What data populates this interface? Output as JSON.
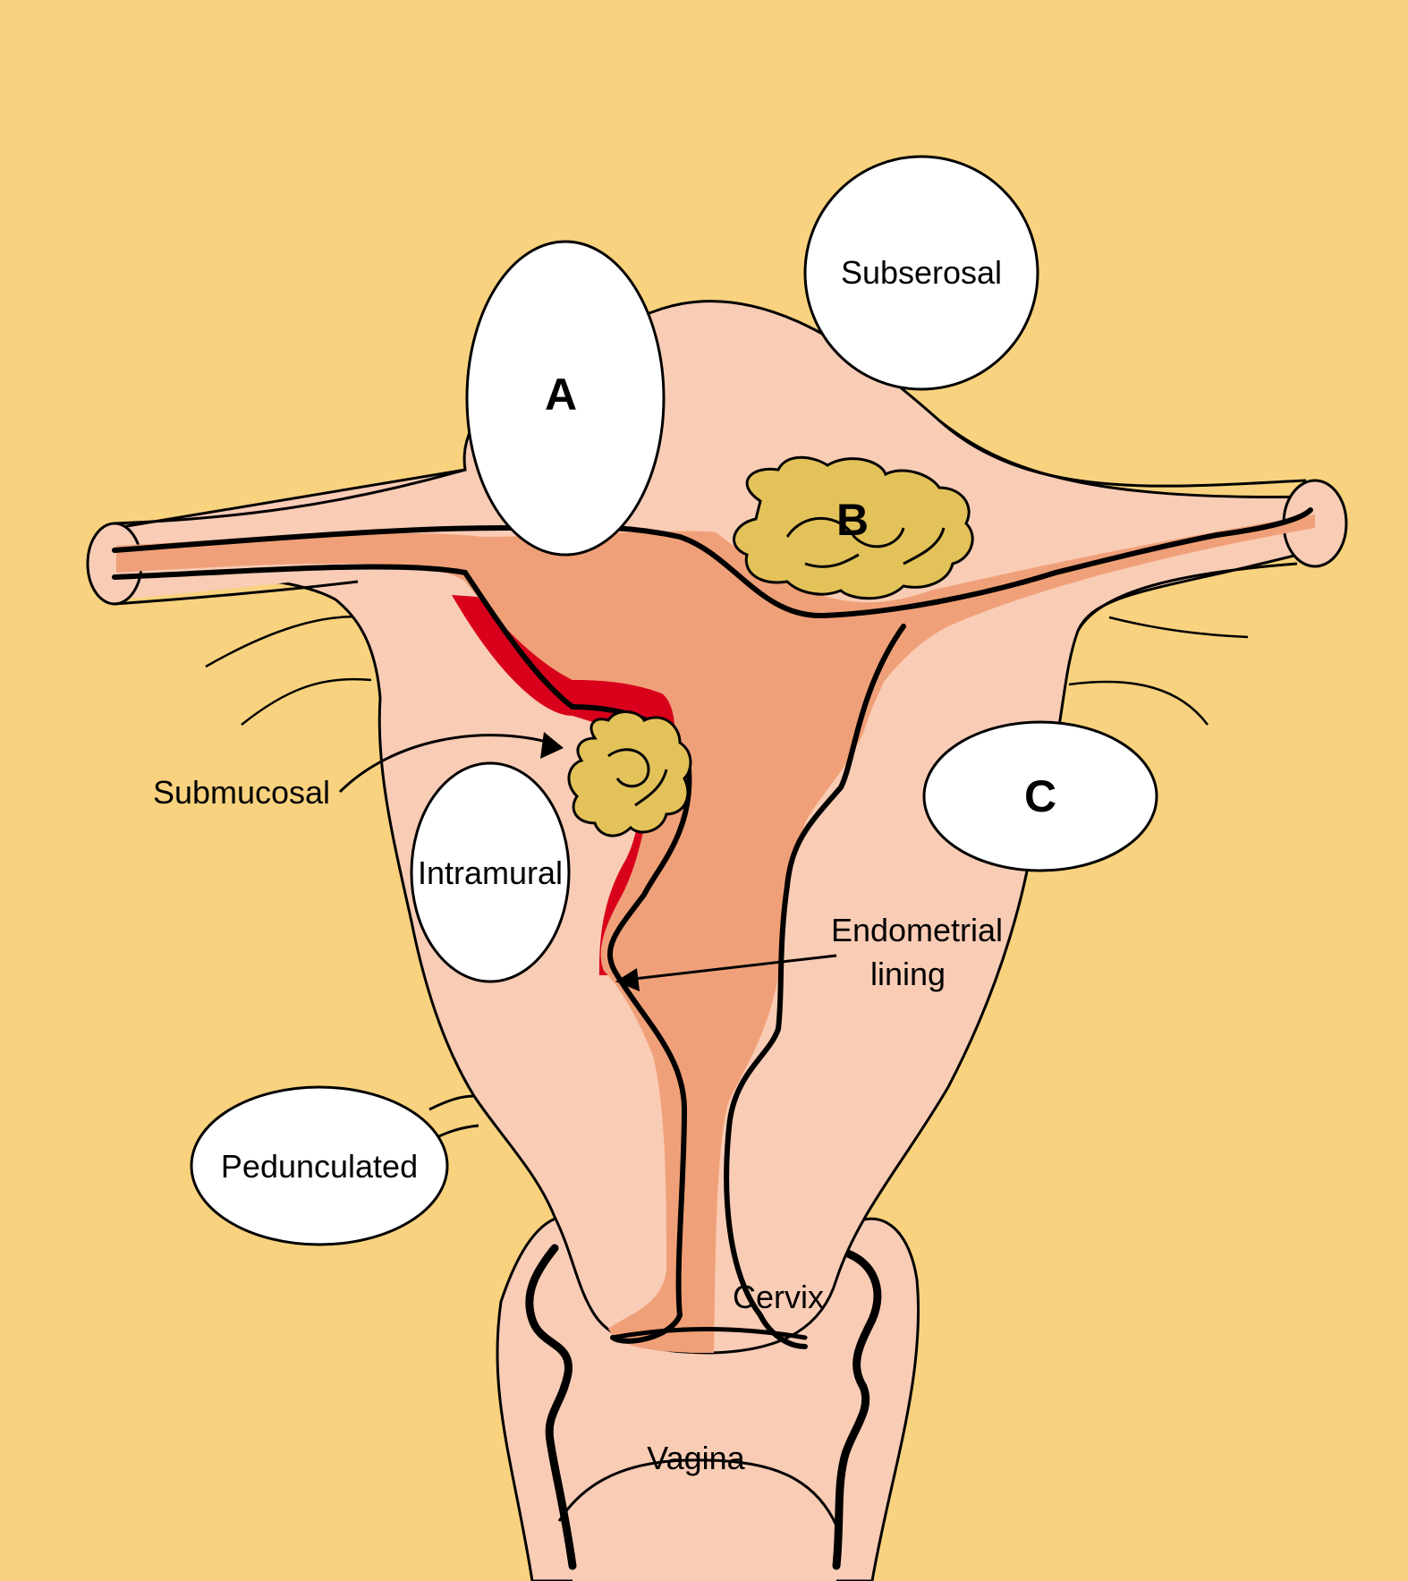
{
  "labels": {
    "subserosal": "Subserosal",
    "a": "A",
    "b": "B",
    "c": "C",
    "submucosal": "Submucosal",
    "intramural": "Intramural",
    "endometrial_1": "Endometrial",
    "endometrial_2": "lining",
    "pedunculated": "Pedunculated",
    "cervix": "Cervix",
    "vagina": "Vagina"
  },
  "colors": {
    "background": "#f8d27e",
    "uterus_wall": "#f9ccb5",
    "cavity": "#f0a078",
    "endometrium": "#d9001b",
    "fibroid": "#e3c25a",
    "outline": "#000000"
  }
}
